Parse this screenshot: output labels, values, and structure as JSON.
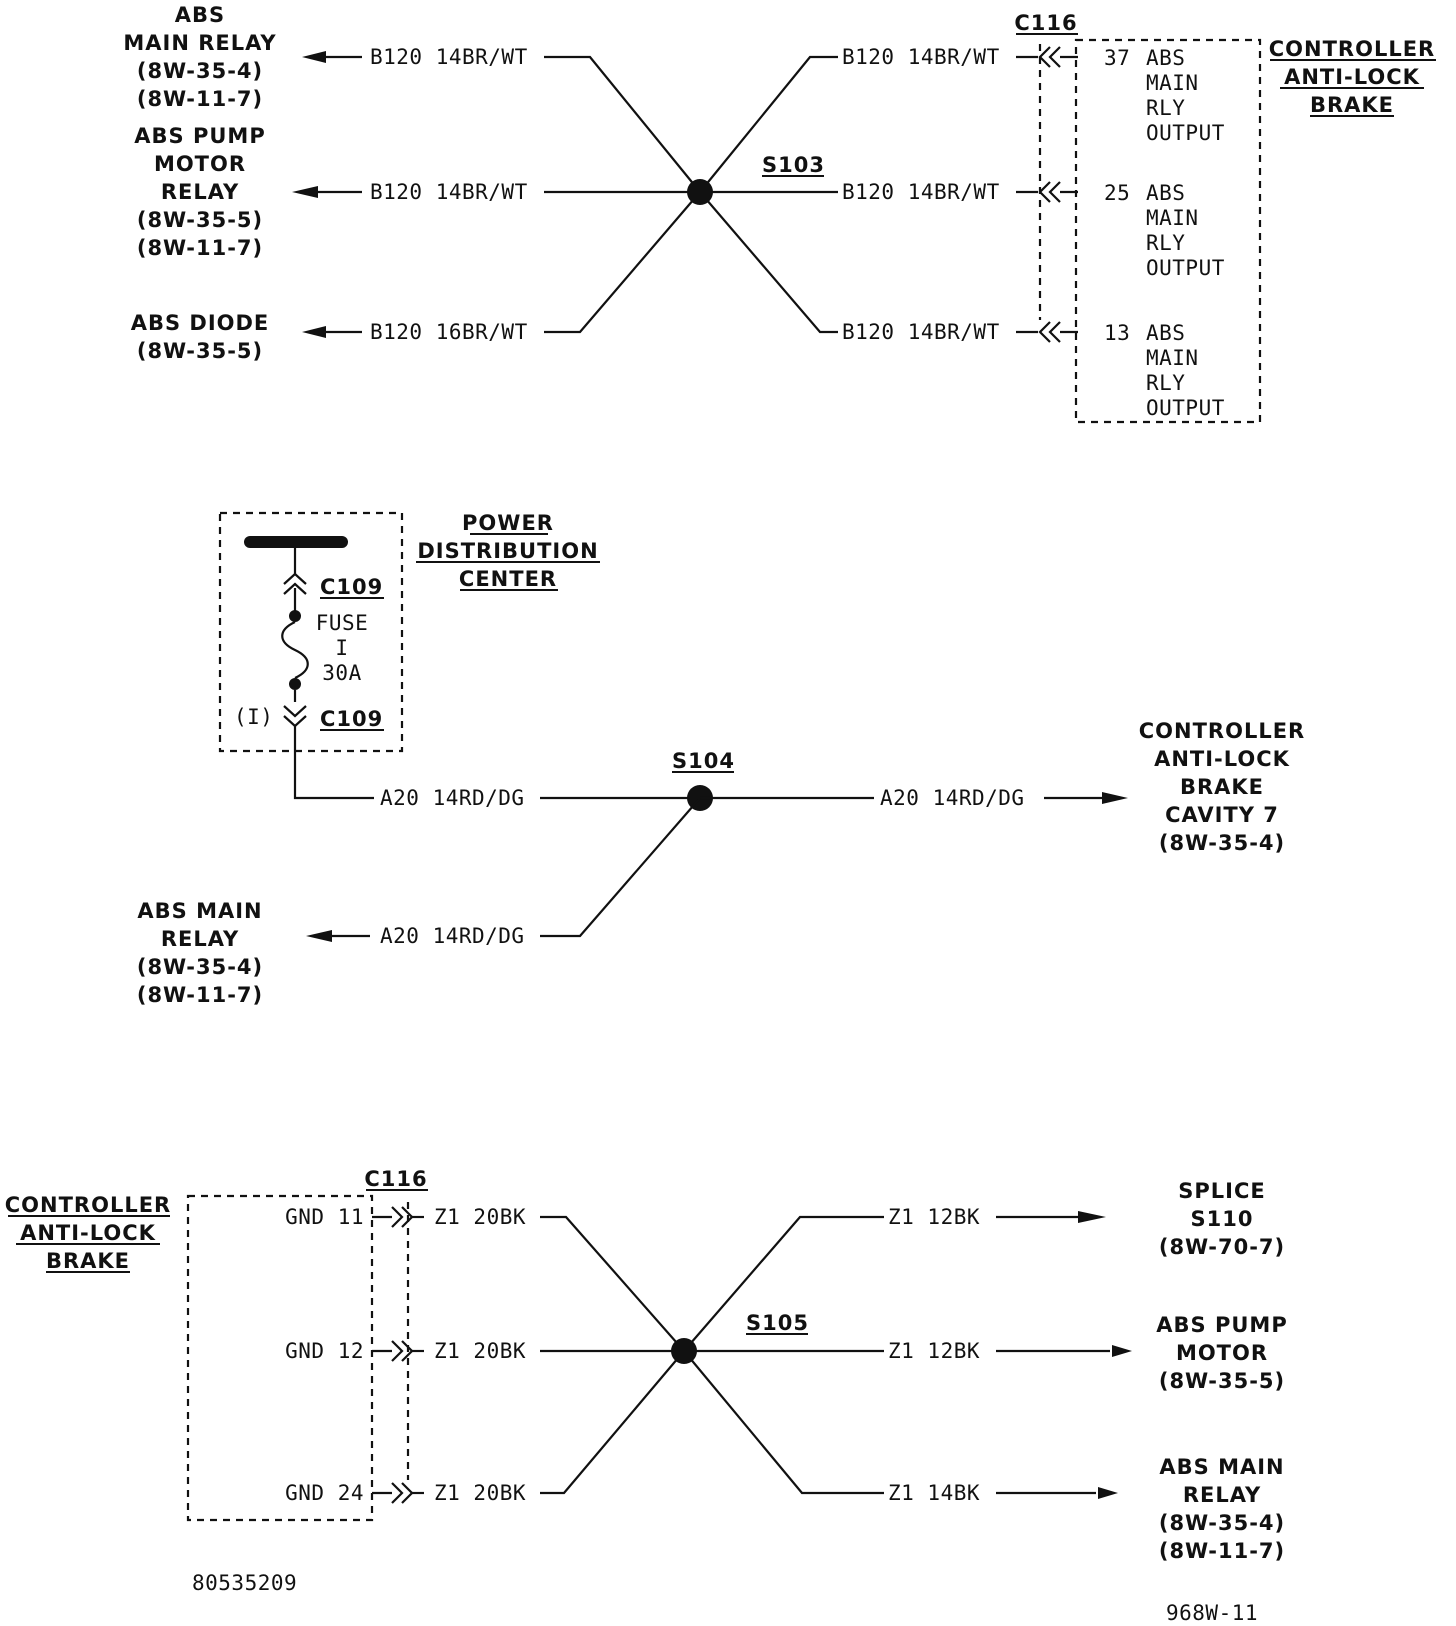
{
  "top": {
    "splice": "S103",
    "connector": "C116",
    "left_wires": [
      {
        "wire": "B120 14BR/WT",
        "dest": [
          "ABS",
          "MAIN RELAY",
          "(8W-35-4)",
          "(8W-11-7)"
        ]
      },
      {
        "wire": "B120 14BR/WT",
        "dest": [
          "ABS PUMP",
          "MOTOR",
          "RELAY",
          "(8W-35-5)",
          "(8W-11-7)"
        ]
      },
      {
        "wire": "B120 16BR/WT",
        "dest": [
          "ABS DIODE",
          "(8W-35-5)"
        ]
      }
    ],
    "right_wires": [
      {
        "wire": "B120 14BR/WT",
        "pin": "37",
        "func": [
          "ABS",
          "MAIN",
          "RLY",
          "OUTPUT"
        ]
      },
      {
        "wire": "B120 14BR/WT",
        "pin": "25",
        "func": [
          "ABS",
          "MAIN",
          "RLY",
          "OUTPUT"
        ]
      },
      {
        "wire": "B120 14BR/WT",
        "pin": "13",
        "func": [
          "ABS",
          "MAIN",
          "RLY",
          "OUTPUT"
        ]
      }
    ],
    "component": [
      "CONTROLLER",
      "ANTI-LOCK",
      "BRAKE"
    ]
  },
  "middle": {
    "pdc": [
      "POWER",
      "DISTRIBUTION",
      "CENTER"
    ],
    "connector_top": "C109",
    "connector_bottom": "C109",
    "fuse": [
      "FUSE",
      "I",
      "30A"
    ],
    "cavity": "(I)",
    "splice": "S104",
    "wire_in": "A20 14RD/DG",
    "wire_out": "A20 14RD/DG",
    "wire_branch": "A20 14RD/DG",
    "dest_right": [
      "CONTROLLER",
      "ANTI-LOCK",
      "BRAKE",
      "CAVITY 7",
      "(8W-35-4)"
    ],
    "dest_left": [
      "ABS MAIN",
      "RELAY",
      "(8W-35-4)",
      "(8W-11-7)"
    ]
  },
  "bottom": {
    "component": [
      "CONTROLLER",
      "ANTI-LOCK",
      "BRAKE"
    ],
    "connector": "C116",
    "splice": "S105",
    "grounds": [
      {
        "pin": "GND 11",
        "wire": "Z1 20BK"
      },
      {
        "pin": "GND 12",
        "wire": "Z1 20BK"
      },
      {
        "pin": "GND 24",
        "wire": "Z1 20BK"
      }
    ],
    "right_wires": [
      {
        "wire": "Z1 12BK",
        "dest": [
          "SPLICE",
          "S110",
          "(8W-70-7)"
        ]
      },
      {
        "wire": "Z1 12BK",
        "dest": [
          "ABS PUMP",
          "MOTOR",
          "(8W-35-5)"
        ]
      },
      {
        "wire": "Z1 14BK",
        "dest": [
          "ABS MAIN",
          "RELAY",
          "(8W-35-4)",
          "(8W-11-7)"
        ]
      }
    ]
  },
  "footer": {
    "left_code": "80535209",
    "right_code": "968W-11"
  }
}
